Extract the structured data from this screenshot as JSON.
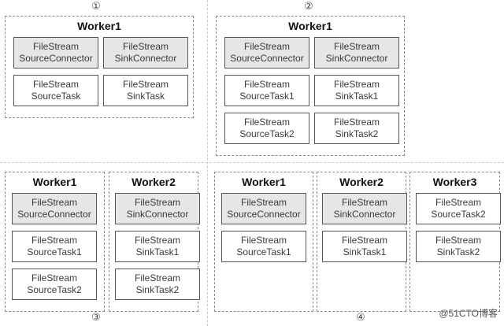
{
  "panels": [
    {
      "number": "①",
      "workers": [
        {
          "title": "Worker1",
          "boxes": [
            {
              "type": "connector",
              "line1": "FileStream",
              "line2": "SourceConnector"
            },
            {
              "type": "connector",
              "line1": "FileStream",
              "line2": "SinkConnector"
            },
            {
              "type": "task",
              "line1": "FileStream",
              "line2": "SourceTask"
            },
            {
              "type": "task",
              "line1": "FileStream",
              "line2": "SinkTask"
            }
          ]
        }
      ]
    },
    {
      "number": "②",
      "workers": [
        {
          "title": "Worker1",
          "boxes": [
            {
              "type": "connector",
              "line1": "FileStream",
              "line2": "SourceConnector"
            },
            {
              "type": "connector",
              "line1": "FileStream",
              "line2": "SinkConnector"
            },
            {
              "type": "task",
              "line1": "FileStream",
              "line2": "SourceTask1"
            },
            {
              "type": "task",
              "line1": "FileStream",
              "line2": "SinkTask1"
            },
            {
              "type": "task",
              "line1": "FileStream",
              "line2": "SourceTask2"
            },
            {
              "type": "task",
              "line1": "FileStream",
              "line2": "SinkTask2"
            }
          ]
        }
      ]
    },
    {
      "number": "③",
      "workers": [
        {
          "title": "Worker1",
          "boxes": [
            {
              "type": "connector",
              "line1": "FileStream",
              "line2": "SourceConnector"
            },
            {
              "type": "task",
              "line1": "FileStream",
              "line2": "SourceTask1"
            },
            {
              "type": "task",
              "line1": "FileStream",
              "line2": "SourceTask2"
            }
          ]
        },
        {
          "title": "Worker2",
          "boxes": [
            {
              "type": "connector",
              "line1": "FileStream",
              "line2": "SinkConnector"
            },
            {
              "type": "task",
              "line1": "FileStream",
              "line2": "SinkTask1"
            },
            {
              "type": "task",
              "line1": "FileStream",
              "line2": "SinkTask2"
            }
          ]
        }
      ]
    },
    {
      "number": "④",
      "workers": [
        {
          "title": "Worker1",
          "boxes": [
            {
              "type": "connector",
              "line1": "FileStream",
              "line2": "SourceConnector"
            },
            {
              "type": "task",
              "line1": "FileStream",
              "line2": "SourceTask1"
            }
          ]
        },
        {
          "title": "Worker2",
          "boxes": [
            {
              "type": "connector",
              "line1": "FileStream",
              "line2": "SinkConnector"
            },
            {
              "type": "task",
              "line1": "FileStream",
              "line2": "SinkTask1"
            }
          ]
        },
        {
          "title": "Worker3",
          "boxes": [
            {
              "type": "task",
              "line1": "FileStream",
              "line2": "SourceTask2"
            },
            {
              "type": "task",
              "line1": "FileStream",
              "line2": "SinkTask2"
            }
          ]
        }
      ]
    }
  ],
  "watermark": "@51CTO博客"
}
